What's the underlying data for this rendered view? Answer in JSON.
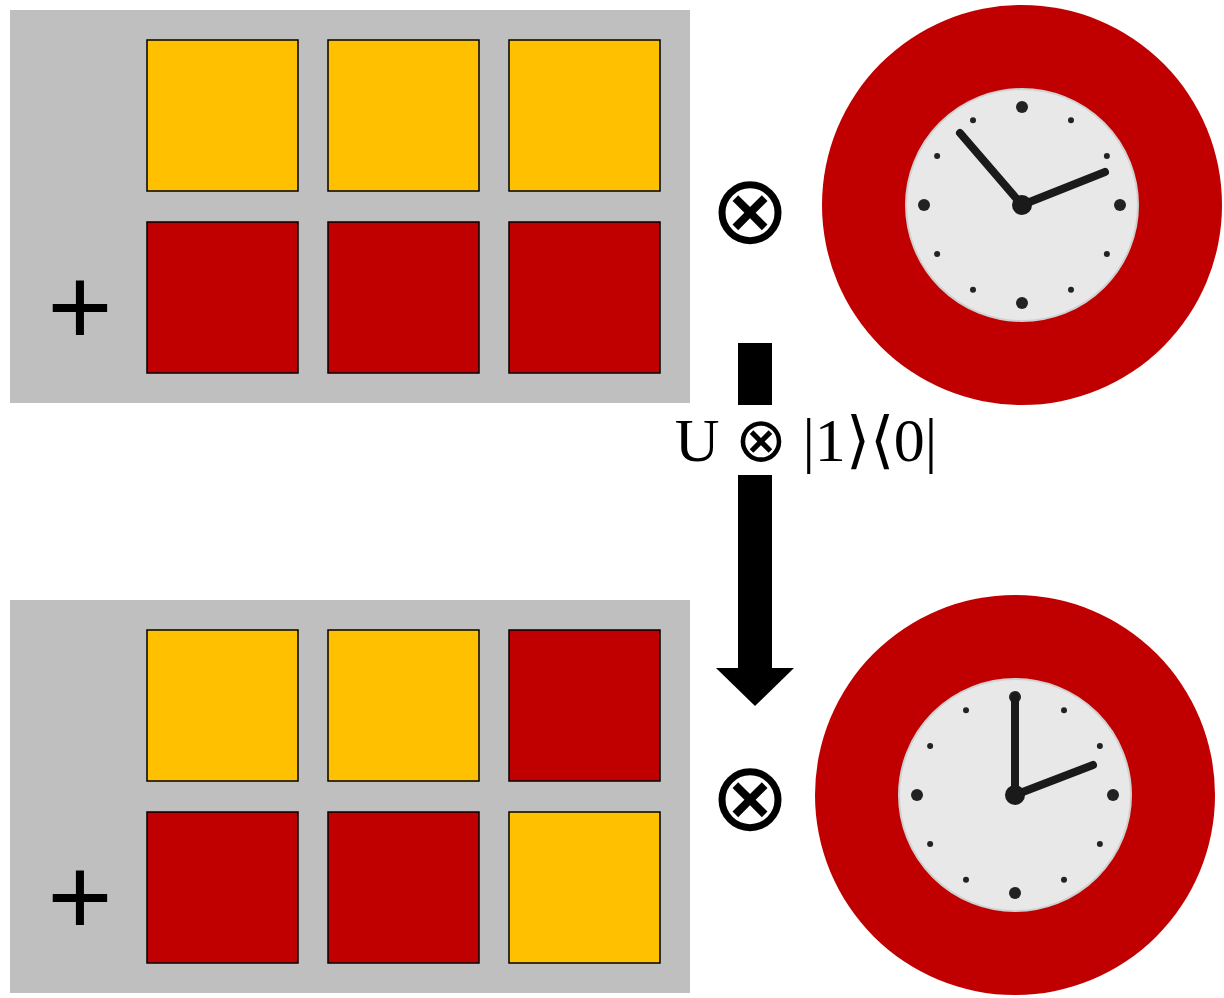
{
  "diagram": {
    "nodes": [
      {
        "text": [
          "+"
        ]
      },
      {
        "text": [
          "+"
        ]
      }
    ],
    "labels": [
      "⊗",
      "U ⊗ |1⟩⟨0|",
      "⊗"
    ]
  }
}
